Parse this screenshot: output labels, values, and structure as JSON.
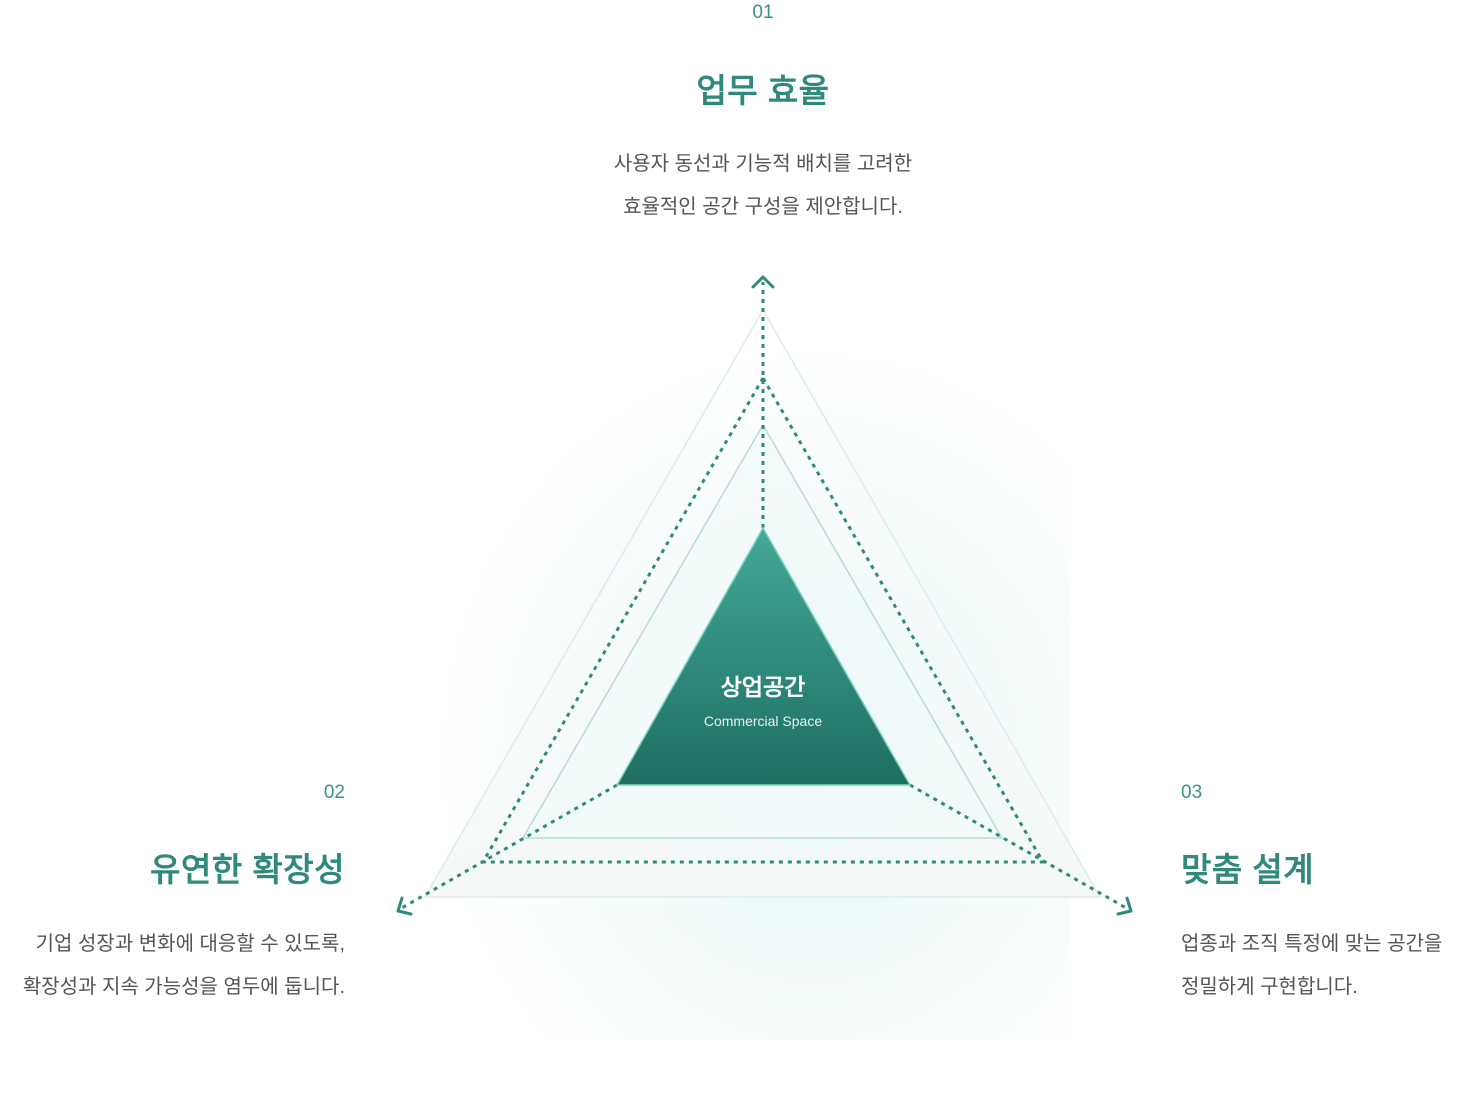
{
  "center": {
    "title": "상업공간",
    "subtitle": "Commercial Space"
  },
  "points": [
    {
      "number": "01",
      "title": "업무 효율",
      "description": [
        "사용자 동선과 기능적 배치를 고려한",
        "효율적인 공간 구성을 제안합니다."
      ]
    },
    {
      "number": "02",
      "title": "유연한 확장성",
      "description": [
        "기업 성장과 변화에 대응할 수 있도록,",
        "확장성과 지속 가능성을 염두에 둡니다."
      ]
    },
    {
      "number": "03",
      "title": "맞춤 설계",
      "description": [
        "업종과 조직 특정에 맞는 공간을",
        "정밀하게 구현합니다."
      ]
    }
  ],
  "colors": {
    "accent": "#2f8a7b",
    "core_top": "#45a897",
    "core_bottom": "#1d6f62",
    "dotted": "#2f8a7b",
    "text": "#555555"
  }
}
